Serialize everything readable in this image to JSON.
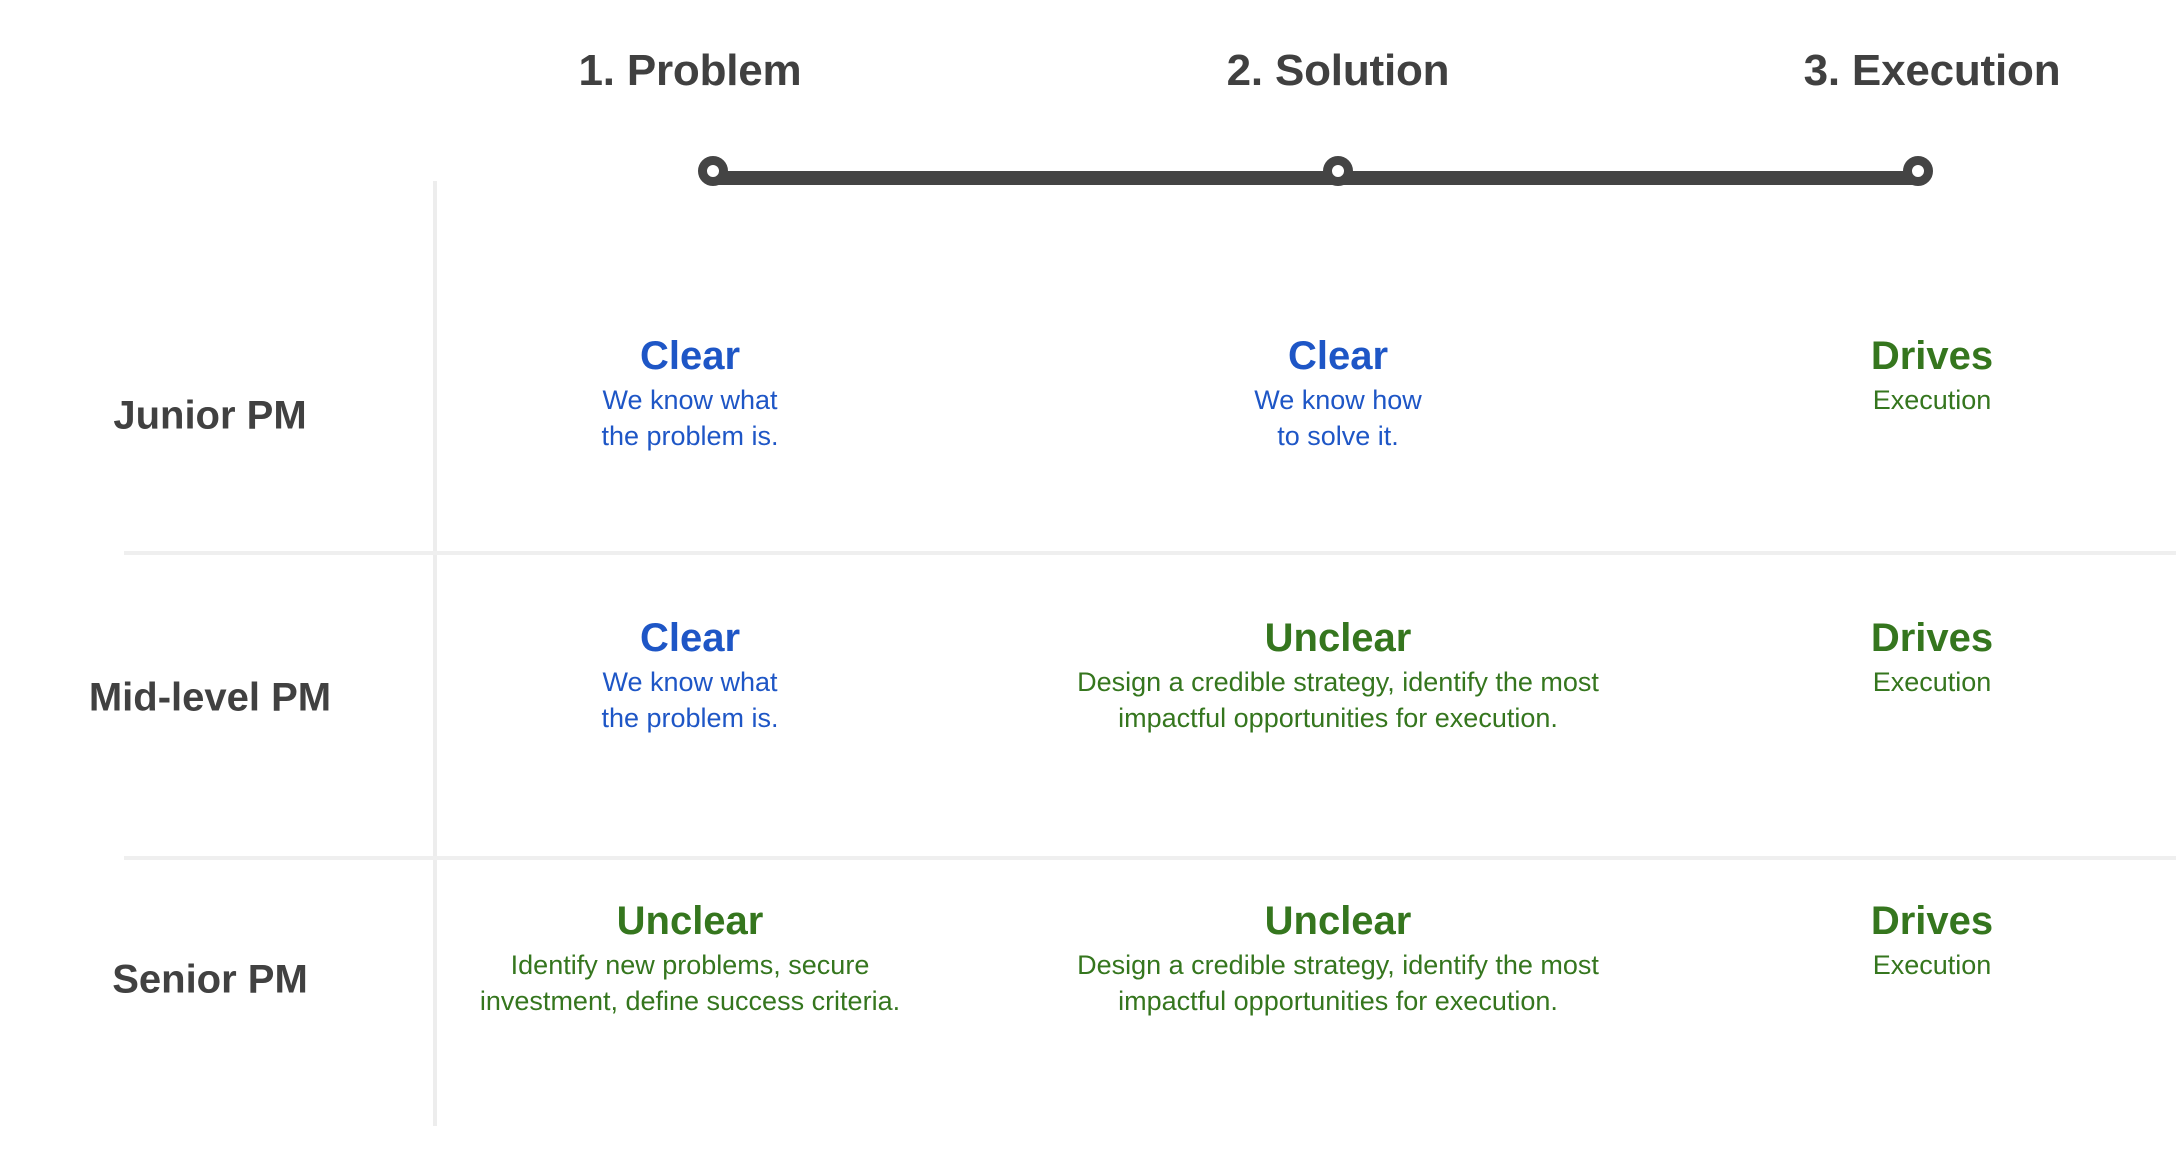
{
  "diagram": {
    "title_row": {
      "columns": [
        {
          "label": "1. Problem"
        },
        {
          "label": "2. Solution"
        },
        {
          "label": "3. Execution"
        }
      ]
    },
    "timeline": {
      "node_count": 3,
      "line_color": "#444444",
      "node_fill": "#ffffff"
    },
    "colors": {
      "clear": "#1e56c6",
      "unclear": "#35761e",
      "drives": "#35761e",
      "label": "#414141",
      "header": "#404040",
      "divider": "#ededed"
    },
    "rows": [
      {
        "label": "Junior PM",
        "cells": [
          {
            "title": "Clear",
            "desc": "We know what\nthe problem is.",
            "tone": "clear"
          },
          {
            "title": "Clear",
            "desc": "We know how\nto solve it.",
            "tone": "clear"
          },
          {
            "title": "Drives",
            "desc": "Execution",
            "tone": "drives"
          }
        ]
      },
      {
        "label": "Mid-level PM",
        "cells": [
          {
            "title": "Clear",
            "desc": "We know what\nthe problem is.",
            "tone": "clear"
          },
          {
            "title": "Unclear",
            "desc": "Design a credible strategy, identify the most\nimpactful opportunities for execution.",
            "tone": "unclear"
          },
          {
            "title": "Drives",
            "desc": "Execution",
            "tone": "drives"
          }
        ]
      },
      {
        "label": "Senior PM",
        "cells": [
          {
            "title": "Unclear",
            "desc": "Identify new problems, secure\ninvestment, define success criteria.",
            "tone": "unclear"
          },
          {
            "title": "Unclear",
            "desc": "Design a credible strategy, identify the most\nimpactful opportunities for execution.",
            "tone": "unclear"
          },
          {
            "title": "Drives",
            "desc": "Execution",
            "tone": "drives"
          }
        ]
      }
    ]
  }
}
